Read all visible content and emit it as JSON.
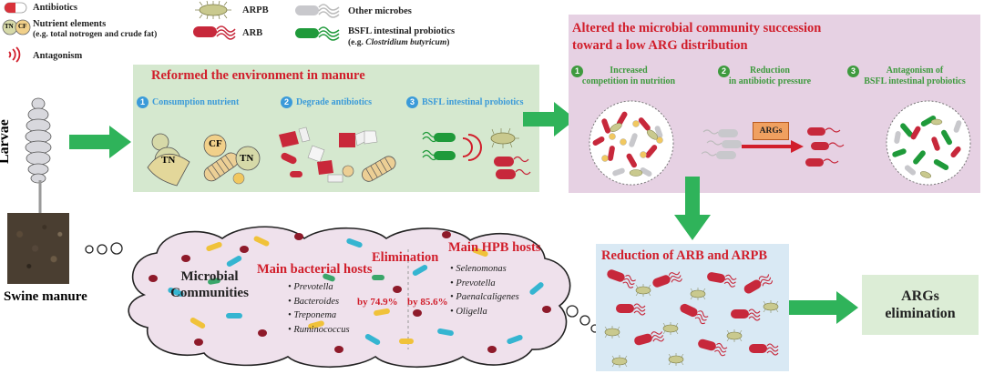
{
  "legend": {
    "antibiotics": "Antibiotics",
    "nutrient_elements": "Nutrient elements",
    "nutrient_elements_example": "(e.g. total notrogen and crude fat)",
    "tn_badge": "TN",
    "cf_badge": "CF",
    "antagonism": "Antagonism",
    "arpb": "ARPB",
    "arb": "ARB",
    "other_microbes": "Other microbes",
    "bsfl_probiotics": "BSFL intestinal probiotics",
    "bsfl_example_prefix": "(e.g. ",
    "bsfl_example_species": "Clostridium butyricum",
    "bsfl_example_suffix": ")"
  },
  "larvae_label": "Larvae",
  "swine_label": "Swine manure",
  "reformed": {
    "title": "Reformed the environment in manure",
    "steps": [
      {
        "num": "1",
        "label": "Consumption nutrient"
      },
      {
        "num": "2",
        "label": "Degrade antibiotics"
      },
      {
        "num": "3",
        "label": "BSFL intestinal probiotics"
      }
    ],
    "cf": "CF",
    "tn": "TN"
  },
  "altered": {
    "title_line1": "Altered the microbial community succession",
    "title_line2": "toward a low ARG distribution",
    "steps": [
      {
        "num": "1",
        "line1": "Increased",
        "line2": "competition in nutrition"
      },
      {
        "num": "2",
        "line1": "Reduction",
        "line2": "in antibiotic pressure"
      },
      {
        "num": "3",
        "line1": "Antagonism of",
        "line2": "BSFL intestinal probiotics"
      }
    ],
    "args_box": "ARGs"
  },
  "cloud": {
    "microbial_line1": "Microbial",
    "microbial_line2": "Communities",
    "bacterial_hosts_title": "Main bacterial hosts",
    "bacterial_hosts": [
      "Prevotella",
      "Bacteroides",
      "Treponema",
      "Ruminococcus"
    ],
    "elimination": "Elimination",
    "pct1": "by 74.9%",
    "pct2": "by 85.6%",
    "hpb_title": "Main HPB hosts",
    "hpb_hosts": [
      "Selenomonas",
      "Prevotella",
      "Paenalcaligenes",
      "Oligella"
    ]
  },
  "reduction_title": "Reduction of ARB and ARPB",
  "args_elimination_line1": "ARGs",
  "args_elimination_line2": "elimination",
  "colors": {
    "green_panel": "#d5e8cf",
    "purple_panel": "#e6d1e3",
    "blue_panel": "#d9e9f4",
    "arrow_green": "#2fb35a",
    "title_red": "#d11e2b",
    "step_blue": "#3a9ad9",
    "step_green": "#3e9a3e",
    "arb_red": "#c7283b",
    "arpb_olive": "#b5b578"
  }
}
